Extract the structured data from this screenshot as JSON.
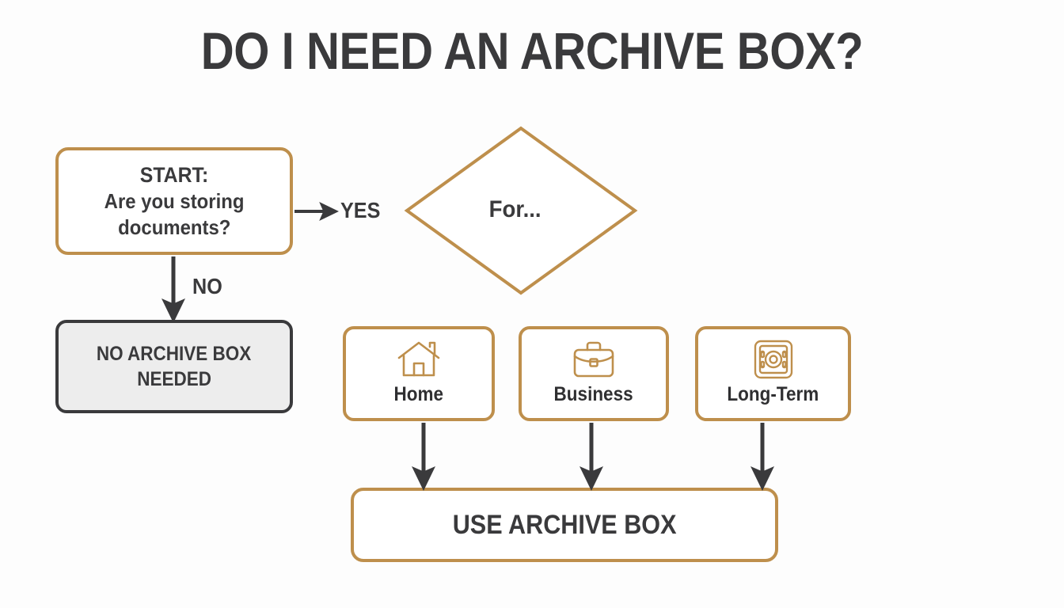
{
  "page": {
    "title": "DO I NEED AN ARCHIVE BOX?",
    "background_color": "#fdfdfd",
    "accent_color": "#be8f4c",
    "text_color": "#3a3a3c",
    "muted_fill_color": "#ededed"
  },
  "flowchart": {
    "start": {
      "line1": "START:",
      "line2": "Are you storing",
      "line3": "documents?"
    },
    "edges": {
      "yes_label": "YES",
      "no_label": "NO"
    },
    "decision": {
      "label": "For..."
    },
    "terminal_no": {
      "line1": "NO ARCHIVE BOX",
      "line2": "NEEDED"
    },
    "categories": [
      {
        "label": "Home",
        "icon": "house-icon"
      },
      {
        "label": "Business",
        "icon": "briefcase-icon"
      },
      {
        "label": "Long-Term",
        "icon": "safe-icon"
      }
    ],
    "terminal_yes": {
      "label": "USE ARCHIVE BOX"
    }
  }
}
